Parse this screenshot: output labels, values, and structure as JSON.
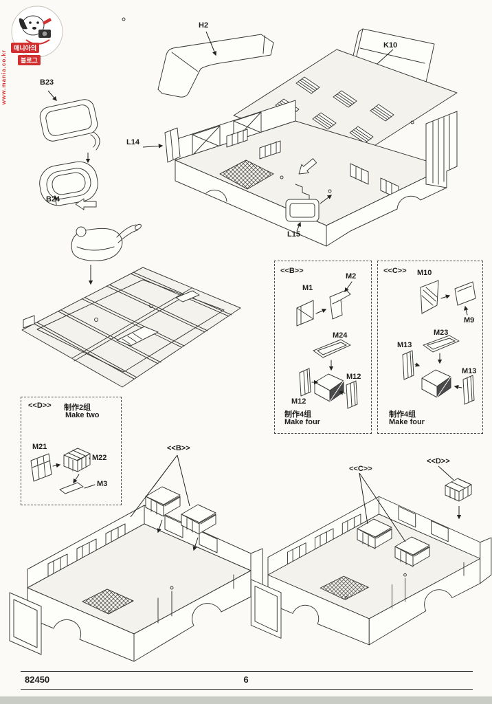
{
  "logo": {
    "badge_line1": "매니아의",
    "badge_line2": "블로그",
    "vertical_text": "www.mania.co.kr"
  },
  "top_section": {
    "labels": {
      "h2": "H2",
      "k10": "K10",
      "b23": "B23",
      "l14": "L14",
      "b24": "B24",
      "l15": "L15"
    }
  },
  "subassembly_b": {
    "header": "<<B>>",
    "parts": {
      "m1": "M1",
      "m2": "M2",
      "m24": "M24",
      "m12_left": "M12",
      "m12_right": "M12"
    },
    "caption_cn": "制作4组",
    "caption_en": "Make four"
  },
  "subassembly_c": {
    "header": "<<C>>",
    "parts": {
      "m10": "M10",
      "m9": "M9",
      "m23": "M23",
      "m13_left": "M13",
      "m13_right": "M13"
    },
    "caption_cn": "制作4组",
    "caption_en": "Make four"
  },
  "subassembly_d": {
    "header": "<<D>>",
    "parts": {
      "m21": "M21",
      "m22": "M22",
      "m3": "M3"
    },
    "caption_cn": "制作2组",
    "caption_en": "Make two"
  },
  "placement": {
    "b_callout": "<<B>>",
    "c_callout": "<<C>>",
    "d_callout": "<<D>>"
  },
  "footer": {
    "kit_number": "82450",
    "page_number": "6"
  }
}
